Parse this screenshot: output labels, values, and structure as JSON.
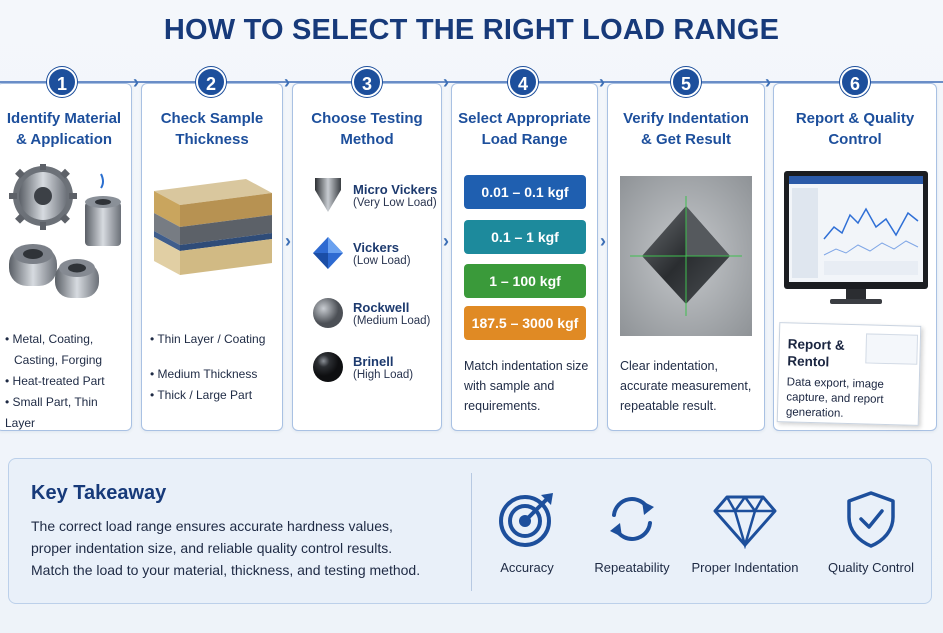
{
  "title": "HOW TO SELECT THE RIGHT LOAD RANGE",
  "steps": [
    {
      "num": "1",
      "title_l1": "Identify Material",
      "title_l2": "& Application",
      "bullets": [
        "• Metal, Coating,",
        "Casting, Forging",
        "• Heat-treated Part",
        "• Small Part, Thin Layer"
      ]
    },
    {
      "num": "2",
      "title_l1": "Check Sample",
      "title_l2": "Thickness",
      "bullets": [
        "• Thin Layer / Coating",
        "• Medium Thickness",
        "• Thick / Large Part"
      ]
    },
    {
      "num": "3",
      "title_l1": "Choose Testing",
      "title_l2": "Method",
      "methods": [
        {
          "name": "Micro Vickers",
          "sub": "(Very Low Load)"
        },
        {
          "name": "Vickers",
          "sub": "(Low Load)"
        },
        {
          "name": "Rockwell",
          "sub": "(Medium Load)"
        },
        {
          "name": "Brinell",
          "sub": "(High Load)"
        }
      ]
    },
    {
      "num": "4",
      "title_l1": "Select Appropriate",
      "title_l2": "Load Range",
      "loads": [
        "0.01 – 0.1 kgf",
        "0.1 – 1 kgf",
        "1 – 100 kgf",
        "187.5 – 3000 kgf"
      ],
      "note_l1": "Match indentation size",
      "note_l2": "with sample and",
      "note_l3": "requirements."
    },
    {
      "num": "5",
      "title_l1": "Verify Indentation",
      "title_l2": "& Get Result",
      "note_l1": "Clear indentation,",
      "note_l2": "accurate measurement,",
      "note_l3": "repeatable result."
    },
    {
      "num": "6",
      "title_l1": "Report & Quality",
      "title_l2": "Control",
      "report_title_l1": "Report &",
      "report_title_l2": "Rentol",
      "note_l1": "Data export, image",
      "note_l2": "capture, and report",
      "note_l3": "generation."
    }
  ],
  "colors": {
    "load_1": "#1f5fb0",
    "load_2": "#1d8a9c",
    "load_3": "#3a9a3a",
    "load_4": "#e08a24",
    "primary": "#1d4f9c"
  },
  "takeaway": {
    "title": "Key Takeaway",
    "line1": "The correct load range ensures accurate hardness values,",
    "line2": "proper indentation size, and reliable quality control results.",
    "line3": "Match the load to your material, thickness, and testing method.",
    "icons": [
      {
        "label": "Accuracy",
        "icon": "target-icon"
      },
      {
        "label": "Repeatability",
        "icon": "cycle-icon"
      },
      {
        "label": "Proper Indentation",
        "icon": "diamond-icon"
      },
      {
        "label": "Quality Control",
        "icon": "shield-check-icon"
      }
    ]
  }
}
